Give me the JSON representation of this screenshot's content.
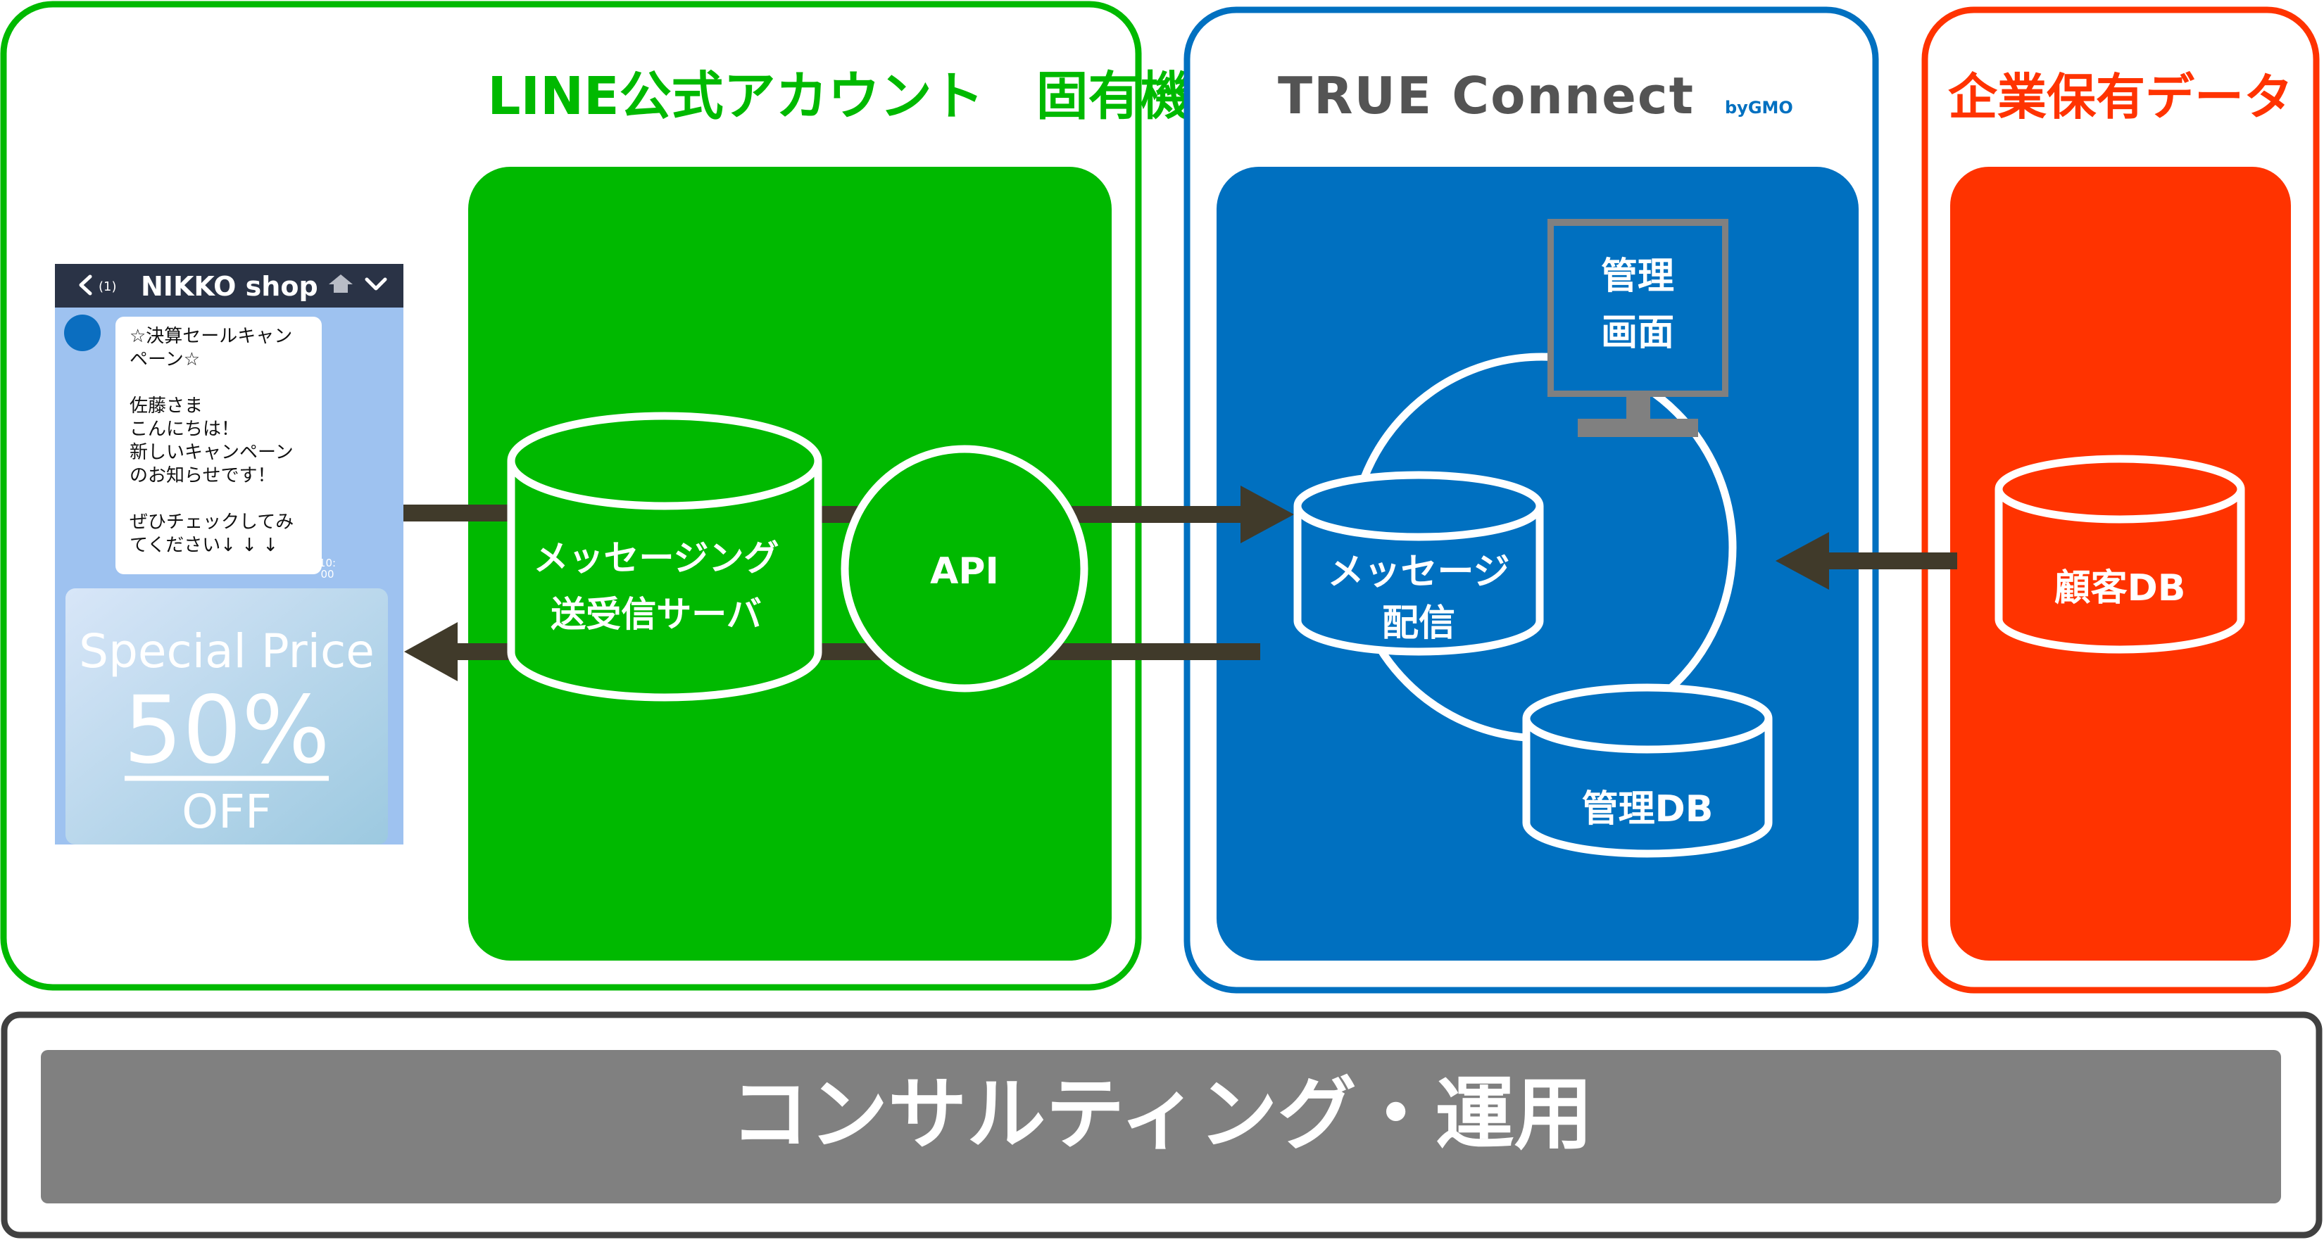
{
  "colors": {
    "line_green": "#00B900",
    "true_blue": "#0070C0",
    "corp_red": "#FF3300",
    "arrow": "#403A2A",
    "gray_band": "#808080",
    "dark_border": "#404040",
    "monitor_gray": "#808080",
    "phone_header": "#2A3346"
  },
  "sections": {
    "line": {
      "title": "LINE公式アカウント　固有機能"
    },
    "true_connect": {
      "logo_main": "TRUE Connect",
      "logo_sub": "byGMO"
    },
    "corporate": {
      "title": "企業保有データ"
    }
  },
  "phone": {
    "back_icon": "chevron-left-icon",
    "unread": "(1)",
    "shop_name": "NIKKO shop",
    "home_icon": "home-icon",
    "menu_icon": "chevron-down-icon",
    "message": "☆決算セールキャン\nペーン☆\n\n佐藤さま\nこんにちは！\n新しいキャンペーン\nのお知らせです！\n\nぜひチェックしてみ\nてください↓ ↓ ↓",
    "time": "10:00",
    "banner": {
      "line1": "Special Price",
      "line2": "50%",
      "line3": "OFF"
    }
  },
  "nodes": {
    "messaging_server": {
      "line1": "メッセージング",
      "line2": "送受信サーバ"
    },
    "api": {
      "label": "API"
    },
    "management_screen": {
      "line1": "管理",
      "line2": "画面"
    },
    "message_delivery": {
      "line1": "メッセージ",
      "line2": "配信"
    },
    "management_db": {
      "label": "管理DB"
    },
    "customer_db": {
      "label": "顧客DB"
    }
  },
  "footer": {
    "label": "コンサルティング・運用"
  }
}
